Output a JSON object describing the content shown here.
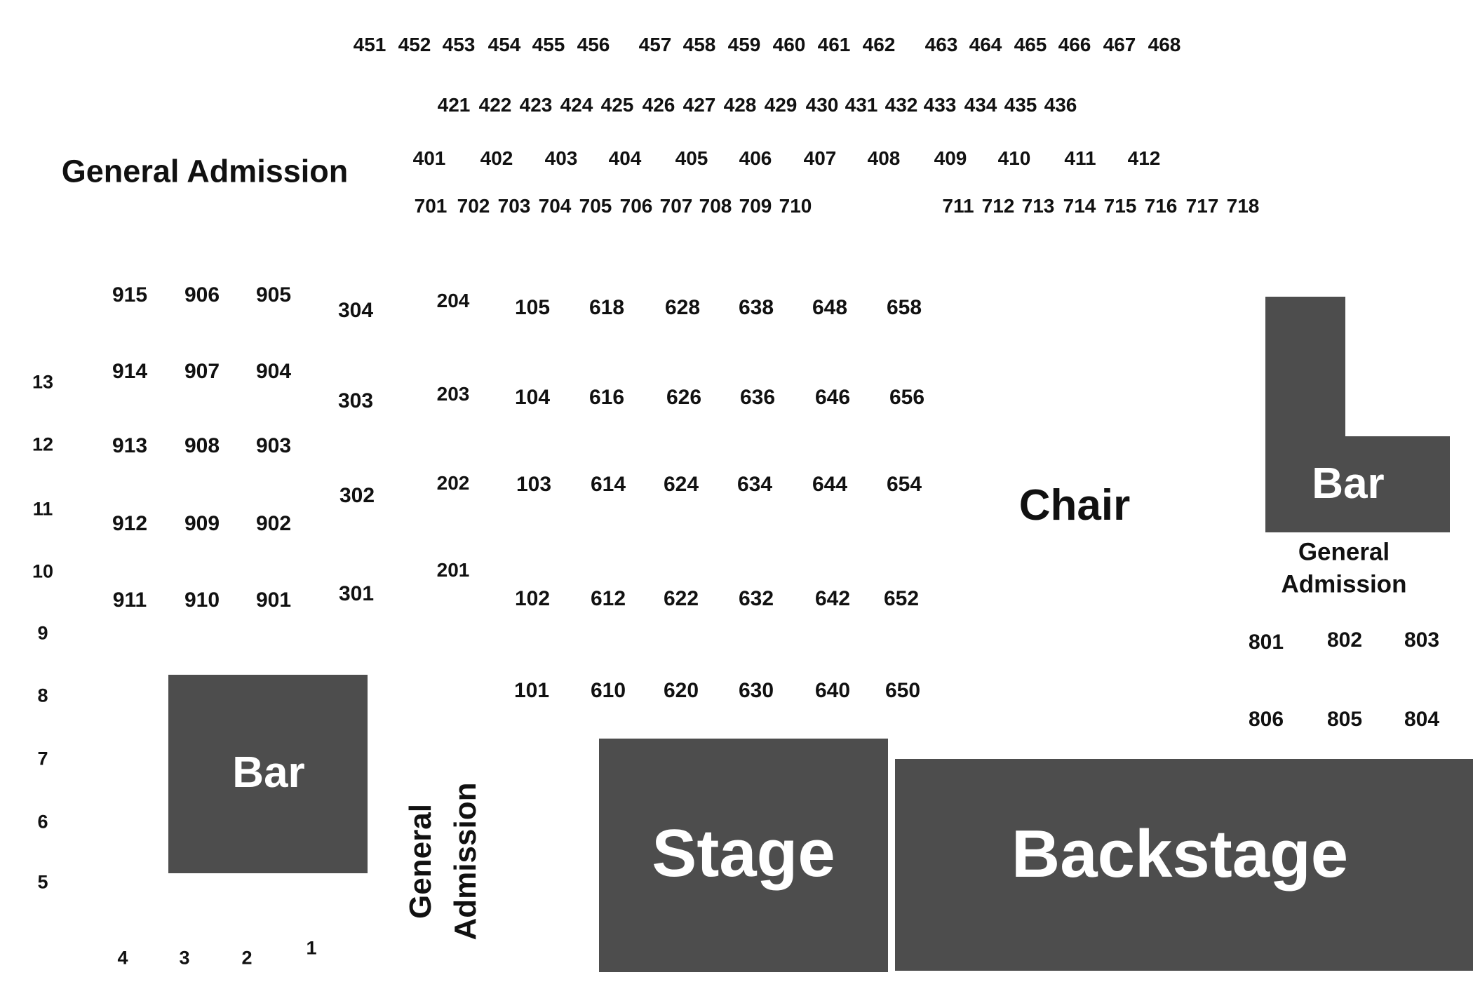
{
  "labels": {
    "general_admission_top": "General Admission",
    "general_admission_right": "General Admission",
    "general_admission_vertical": "General Admission",
    "chair": "Chair",
    "bar_left": "Bar",
    "bar_right": "Bar",
    "stage": "Stage",
    "backstage": "Backstage"
  },
  "colors": {
    "block_fill": "#4d4d4d",
    "block_text": "#ffffff",
    "label_text": "#111111",
    "background": "#ffffff"
  },
  "rows_450": [
    "451",
    "452",
    "453",
    "454",
    "455",
    "456",
    "457",
    "458",
    "459",
    "460",
    "461",
    "462",
    "463",
    "464",
    "465",
    "466",
    "467",
    "468"
  ],
  "rows_420": [
    "421",
    "422",
    "423",
    "424",
    "425",
    "426",
    "427",
    "428",
    "429",
    "430",
    "431",
    "432",
    "433",
    "434",
    "435",
    "436"
  ],
  "rows_400": [
    "401",
    "402",
    "403",
    "404",
    "405",
    "406",
    "407",
    "408",
    "409",
    "410",
    "411",
    "412"
  ],
  "rows_700": [
    "701",
    "702",
    "703",
    "704",
    "705",
    "706",
    "707",
    "708",
    "709",
    "710",
    "711",
    "712",
    "713",
    "714",
    "715",
    "716",
    "717",
    "718"
  ],
  "sections_900_left": [
    "915",
    "914",
    "913",
    "912",
    "911"
  ],
  "sections_900_mid": [
    "906",
    "907",
    "908",
    "909",
    "910"
  ],
  "sections_900_right": [
    "905",
    "904",
    "903",
    "902",
    "901"
  ],
  "sections_300": [
    "304",
    "303",
    "302",
    "301"
  ],
  "sections_200": [
    "204",
    "203",
    "202",
    "201"
  ],
  "sections_100": [
    "105",
    "104",
    "103",
    "102",
    "101"
  ],
  "sections_610": [
    "618",
    "616",
    "614",
    "612",
    "610"
  ],
  "sections_620": [
    "628",
    "626",
    "624",
    "622",
    "620"
  ],
  "sections_630": [
    "638",
    "636",
    "634",
    "632",
    "630"
  ],
  "sections_640": [
    "648",
    "646",
    "644",
    "642",
    "640"
  ],
  "sections_650": [
    "658",
    "656",
    "654",
    "652",
    "650"
  ],
  "left_column": [
    "13",
    "12",
    "11",
    "10",
    "9",
    "8",
    "7",
    "6",
    "5"
  ],
  "bottom_row": [
    "4",
    "3",
    "2",
    "1"
  ],
  "sections_800_top": [
    "801",
    "802",
    "803"
  ],
  "sections_800_bottom": [
    "806",
    "805",
    "804"
  ]
}
